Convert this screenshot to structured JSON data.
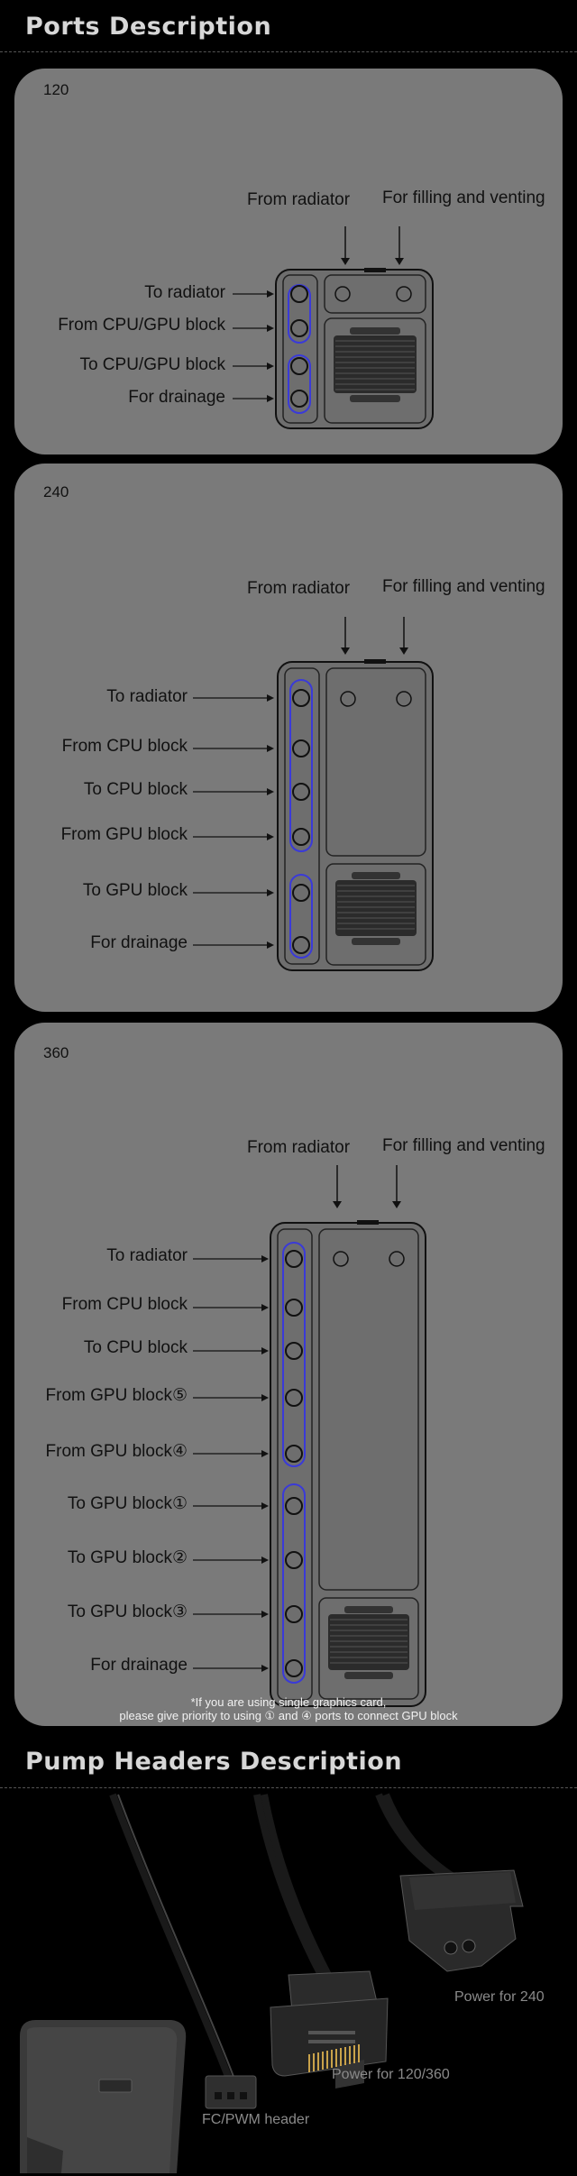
{
  "ports_title": "Ports Description",
  "pump_title": "Pump Headers Description",
  "panels": {
    "p120": {
      "label": "120",
      "top_labels": [
        "From radiator",
        "For filling and venting"
      ],
      "ports": [
        "To radiator",
        "From CPU/GPU block",
        "To CPU/GPU block",
        "For drainage"
      ]
    },
    "p240": {
      "label": "240",
      "top_labels": [
        "From radiator",
        "For filling and venting"
      ],
      "ports": [
        "To radiator",
        "From CPU block",
        "To CPU block",
        "From GPU block",
        "To GPU block",
        "For drainage"
      ]
    },
    "p360": {
      "label": "360",
      "top_labels": [
        "From radiator",
        "For filling and venting"
      ],
      "ports": [
        "To radiator",
        "From CPU block",
        "To CPU block",
        "From GPU block⑤",
        "From GPU block④",
        "To GPU block①",
        "To GPU block②",
        "To GPU block③",
        "For drainage"
      ],
      "note_line1": "*If you are using single graphics card,",
      "note_line2": "please give priority to using ① and ④ ports to connect GPU block"
    }
  },
  "headers": {
    "power_240": "Power for 240",
    "power_120_360": "Power for 120/360",
    "fc_pwm": "FC/PWM header"
  },
  "colors": {
    "panel": "#7a7a7a",
    "tube": "#3a3ad8",
    "body": "#222222"
  }
}
